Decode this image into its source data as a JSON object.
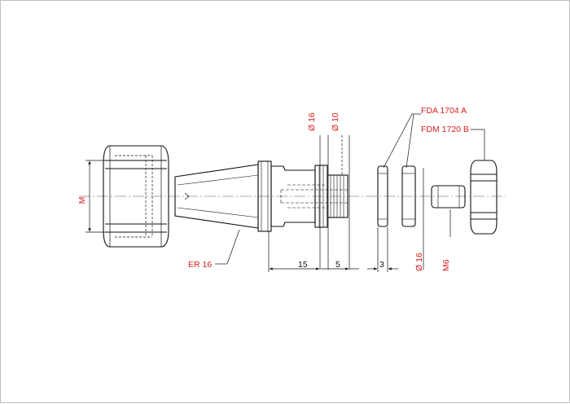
{
  "drawing": {
    "label_color": "#d92020",
    "line_color": "#111111",
    "labels": {
      "nut_dim": "M",
      "collet": "ER 16",
      "dia_16_top": "Ø 16",
      "dia_10_top": "Ø 10",
      "washer_a": "FDA 1704 A",
      "washer_b": "FDM 1720 B",
      "len_15": "15",
      "len_5": "5",
      "len_3": "3",
      "dia_16_bottom": "Ø 16",
      "thread": "M6"
    }
  }
}
